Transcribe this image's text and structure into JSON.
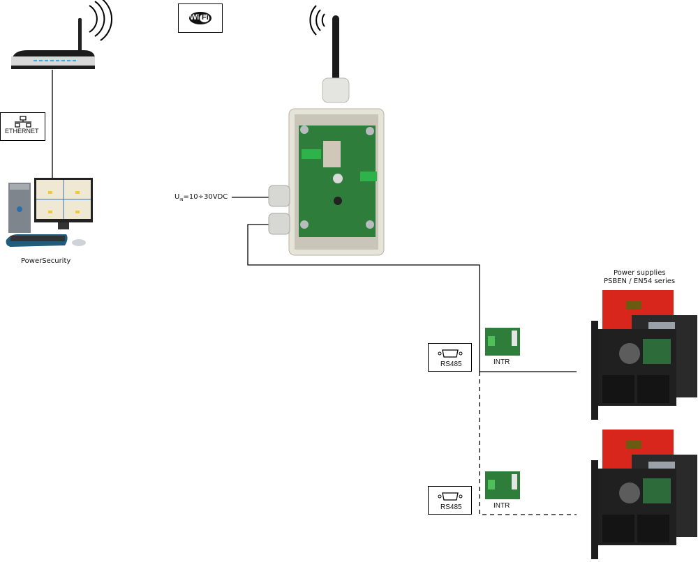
{
  "diagram": {
    "badges": {
      "wifi": {
        "left": "Wi",
        "right": "Fi"
      },
      "ethernet": {
        "label": "ETHERNET"
      },
      "rs485_top": {
        "label": "RS485"
      },
      "rs485_bottom": {
        "label": "RS485"
      }
    },
    "computer": {
      "label": "PowerSecurity"
    },
    "power_input": {
      "label_prefix": "U",
      "label_sub": "IN",
      "label_value": "=10÷30VDC"
    },
    "interfaces": [
      {
        "label": "INTR"
      },
      {
        "label": "INTR"
      }
    ],
    "power_supplies": {
      "title_line1": "Power supplies",
      "title_line2": "PSBEN / EN54 series"
    },
    "colors": {
      "line": "#000000",
      "pcb_green": "#2e7d3a",
      "enclosure": "#e6e3d8",
      "psu_red": "#d9261c",
      "psu_black": "#2a2a2a",
      "router_led": "#39a7f0"
    }
  }
}
